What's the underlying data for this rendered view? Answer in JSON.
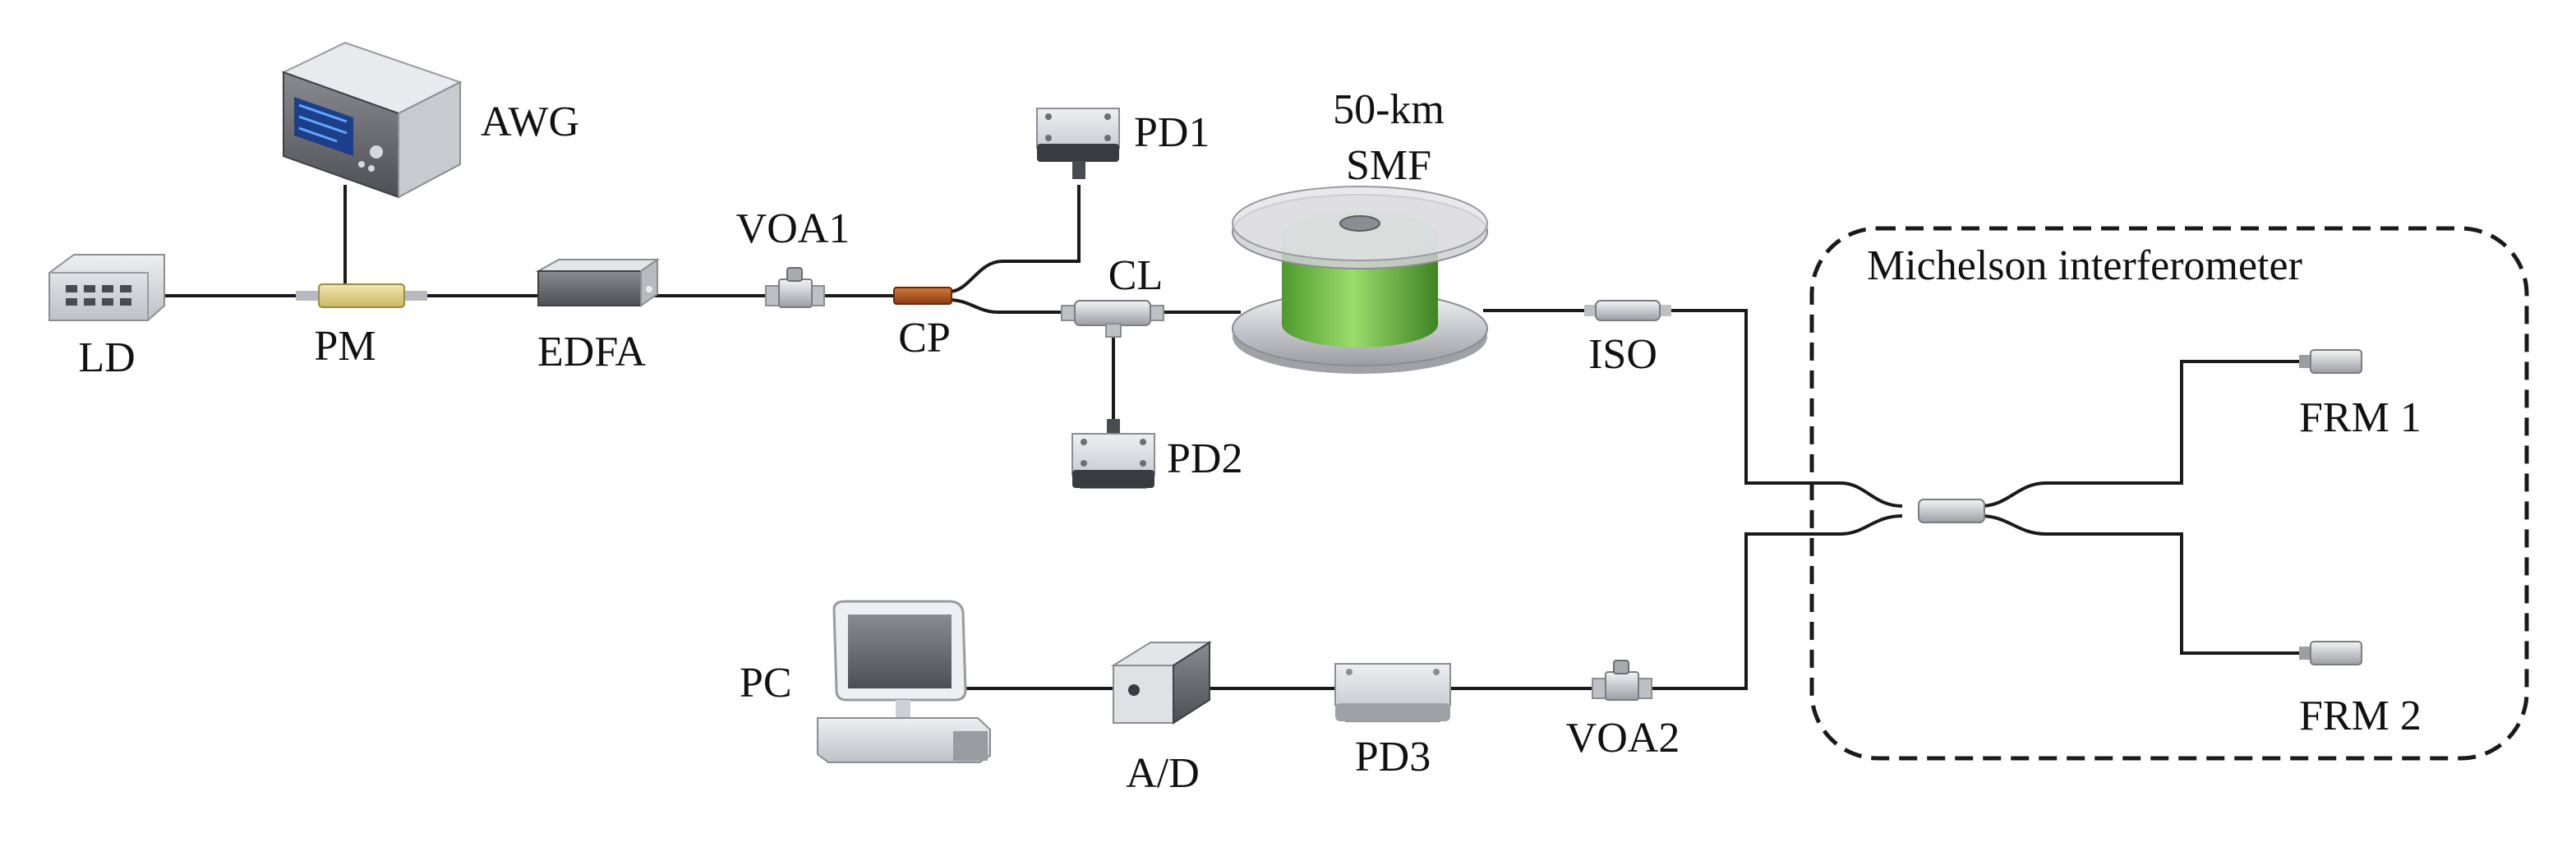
{
  "diagram": {
    "labels": {
      "ld": "LD",
      "pm": "PM",
      "awg": "AWG",
      "edfa": "EDFA",
      "voa1": "VOA1",
      "cp": "CP",
      "pd1": "PD1",
      "cl": "CL",
      "pd2": "PD2",
      "smf_line1": "50-km",
      "smf_line2": "SMF",
      "iso": "ISO",
      "michelson": "Michelson interferometer",
      "frm1": "FRM 1",
      "frm2": "FRM 2",
      "pc": "PC",
      "ad": "A/D",
      "pd3": "PD3",
      "voa2": "VOA2"
    },
    "colors": {
      "fiber": "#1a1a1a",
      "device_body": "#d9dadf",
      "device_dark": "#6d6e73",
      "phase_modulator": "#e3d58a",
      "coupler_cp": "#b5521c",
      "spool_green": "#6fbf45",
      "spool_flange": "#bdbfc3",
      "dashed_box": "#1a1a1a"
    }
  }
}
